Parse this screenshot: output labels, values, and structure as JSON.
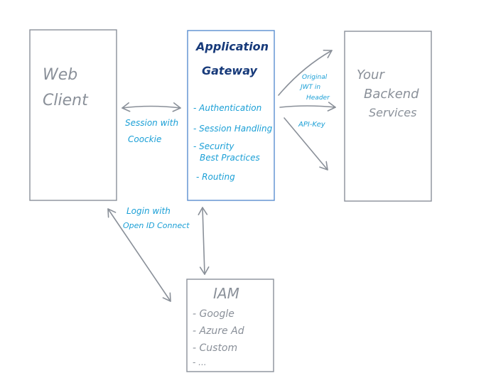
{
  "colors": {
    "gray_ink": "#8a9099",
    "blue_ink": "#1a9fd6",
    "navy_ink": "#173a7a",
    "gateway_border": "#5b8fd0"
  },
  "nodes": {
    "web_client": {
      "lines": [
        "Web",
        "Client"
      ]
    },
    "gateway": {
      "title_lines": [
        "Application",
        "Gateway"
      ],
      "features": [
        "- Authentication",
        "- Session Handling",
        "- Security",
        "Best Practices",
        "- Routing"
      ]
    },
    "backend": {
      "lines": [
        "Your",
        "Backend",
        "Services"
      ]
    },
    "iam": {
      "title": "IAM",
      "items": [
        "- Google",
        "- Azure Ad",
        "- Custom",
        "- ..."
      ]
    }
  },
  "edges": {
    "session": {
      "lines": [
        "Session with",
        "Coockie"
      ]
    },
    "login": {
      "lines": [
        "Login with",
        "Open ID Connect"
      ]
    },
    "original_jwt": {
      "lines": [
        "Original",
        "JWT in",
        "Header"
      ]
    },
    "api_key": {
      "label": "API-Key"
    }
  }
}
